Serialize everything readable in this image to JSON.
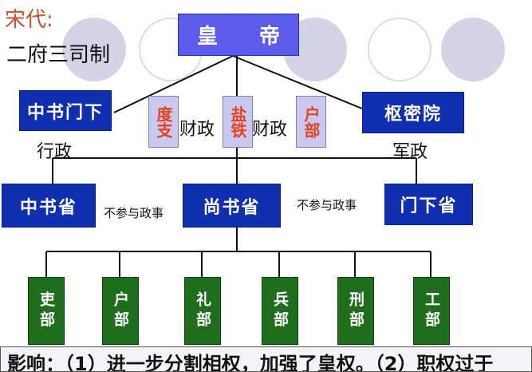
{
  "title": "宋代:",
  "subtitle": "二府三司制",
  "emperor": "皇　　帝",
  "zhongshumenxia": "中书门下",
  "zhongshumenxia_role": "行政",
  "shumiyuan": "枢密院",
  "shumiyuan_role": "军政",
  "sansi": [
    "度支",
    "盐铁",
    "户部"
  ],
  "finance_labels": [
    "财政",
    "财政"
  ],
  "sansheng": [
    "中书省",
    "尚书省",
    "门下省"
  ],
  "not_involved": [
    "不参与政事",
    "不参与政事"
  ],
  "liubu": [
    "吏部",
    "户部",
    "礼部",
    "兵部",
    "刑部",
    "工部"
  ],
  "impact": "影响：（1）进一步分割相权，加强了皇权。（2）职权过于"
}
